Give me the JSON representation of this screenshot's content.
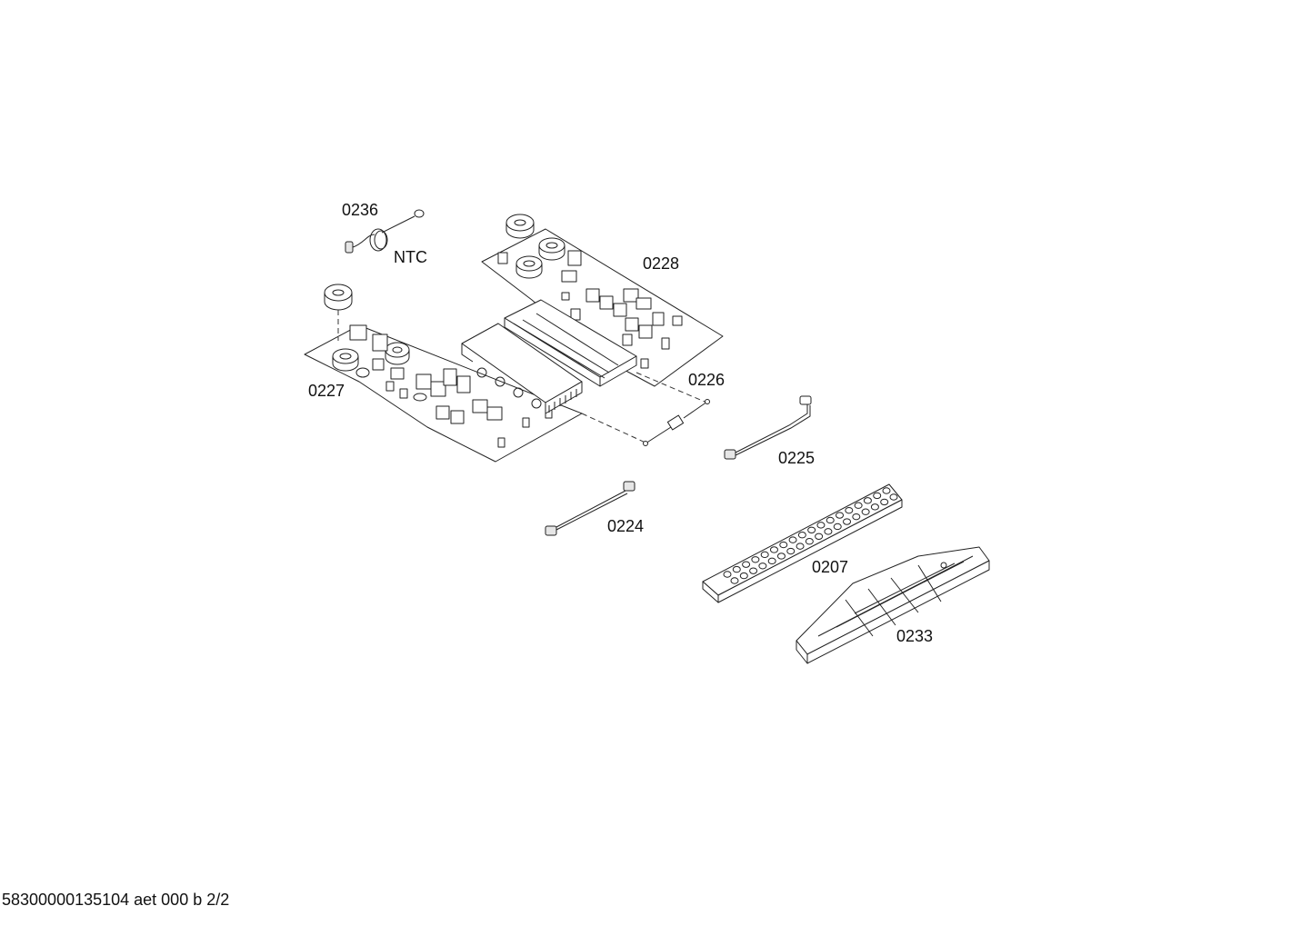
{
  "labels": {
    "ntc_sensor": "0236",
    "ntc_text": "NTC",
    "upper_board": "0228",
    "lower_board": "0227",
    "wire_0226": "0226",
    "cable_0225": "0225",
    "cable_0224": "0224",
    "control_board": "0207",
    "frame": "0233"
  },
  "footer": {
    "text": "58300000135104 aet 000 b 2/2"
  }
}
